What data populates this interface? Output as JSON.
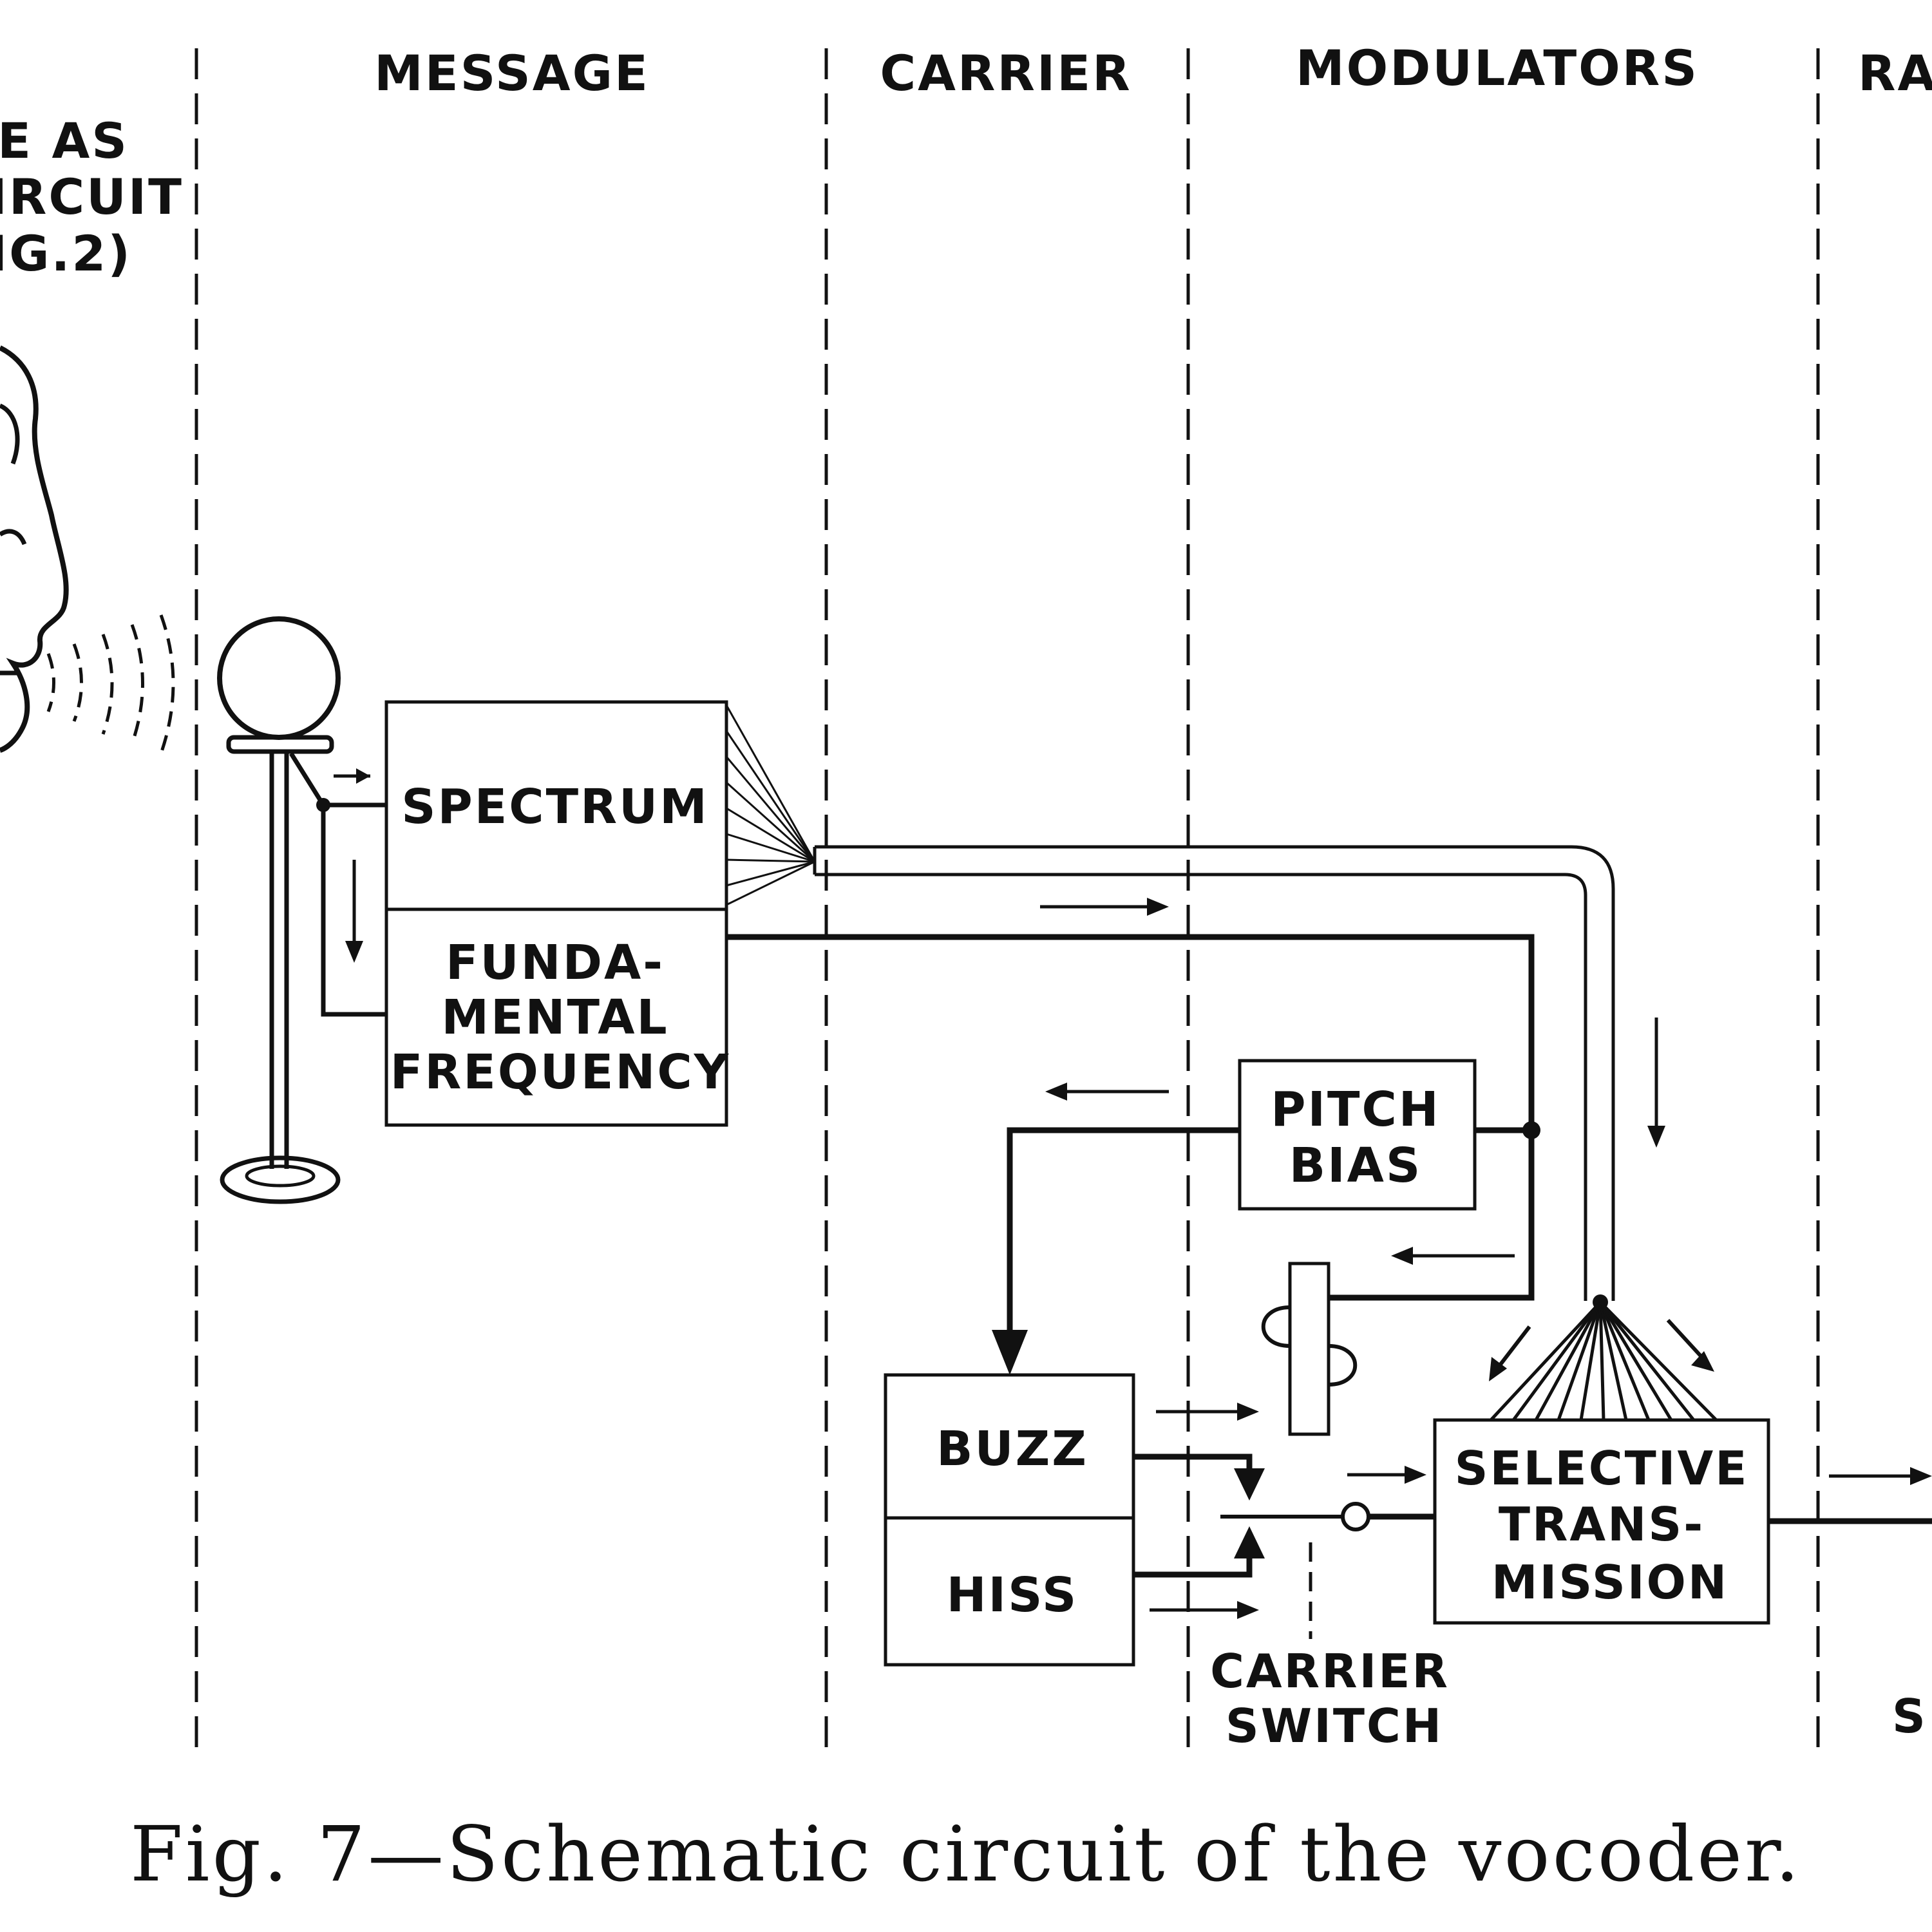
{
  "sections": {
    "message": "MESSAGE",
    "carrier": "CARRIER",
    "modulators": "MODULATORS",
    "cut_right": "RA"
  },
  "side_note": [
    "E AS",
    "CIRCUIT",
    "IG.2)"
  ],
  "blocks": {
    "spectrum": "SPECTRUM",
    "fundamental": [
      "FUNDA-",
      "MENTAL",
      "FREQUENCY"
    ],
    "pitch_bias": [
      "PITCH",
      "BIAS"
    ],
    "buzz": "BUZZ",
    "hiss": "HISS",
    "selective": [
      "SELECTIVE",
      "TRANS-",
      "MISSION"
    ]
  },
  "carrier_switch": [
    "CARRIER",
    "SWITCH"
  ],
  "cut_bottom_right": "S",
  "caption": "Fig. 7—Schematic circuit of the vocoder."
}
